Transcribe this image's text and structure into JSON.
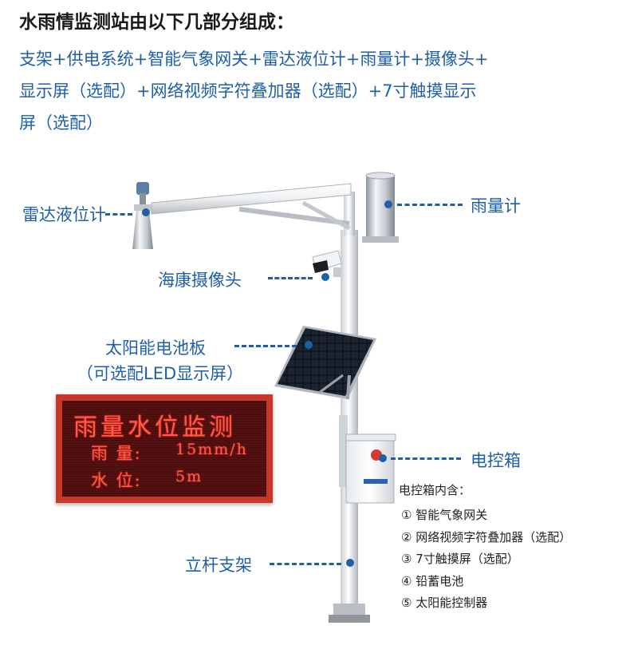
{
  "heading": "水雨情监测站由以下几部分组成：",
  "intro_lines": [
    "支架+供电系统+智能气象网关+雷达液位计+雨量计+摄像头+",
    "显示屏（选配）+网络视频字符叠加器（选配）+7寸触摸显示",
    "屏（选配）"
  ],
  "callouts": {
    "radar": "雷达液位计",
    "rain_gauge": "雨量计",
    "camera": "海康摄像头",
    "solar_panel": "太阳能电池板",
    "led_optional": "（可选配LED显示屏）",
    "control_box": "电控箱",
    "pole": "立杆支架"
  },
  "led_display": {
    "title": "雨量水位监测",
    "row1_label": "雨 量:",
    "row1_value": "15mm/h",
    "row2_label": "水 位:",
    "row2_value": "5m"
  },
  "control_box_contents": {
    "title": "电控箱内含：",
    "items": [
      "① 智能气象网关",
      "② 网络视频字符叠加器（选配）",
      "③ 7寸触摸屏（选配）",
      "④ 铅蓄电池",
      "⑤ 太阳能控制器"
    ]
  },
  "colors": {
    "label_blue": "#1f5fa8",
    "led_frame": "#c8372c",
    "led_text": "#ff5a4a"
  }
}
